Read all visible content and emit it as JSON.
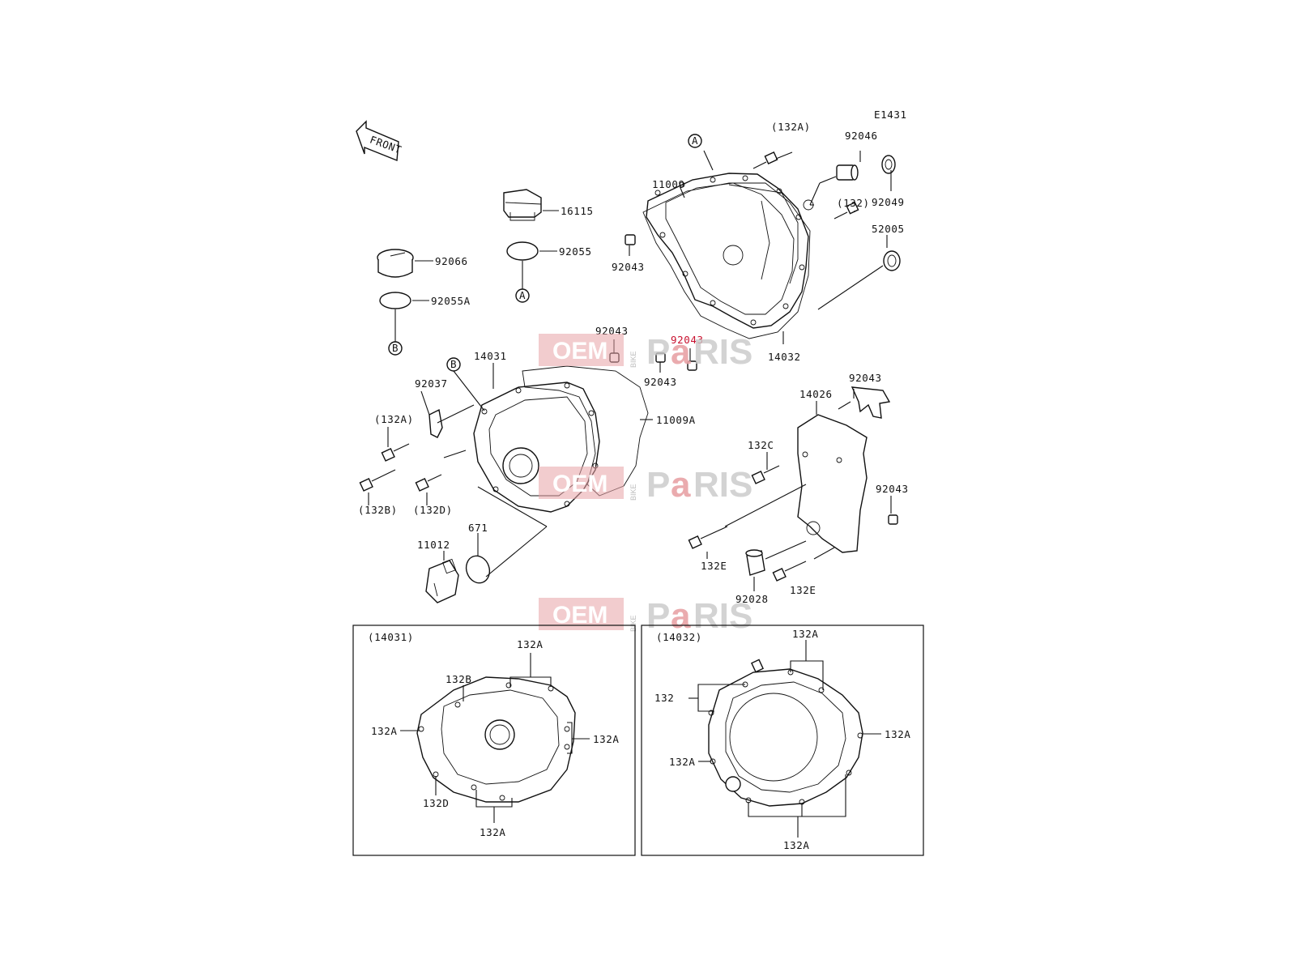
{
  "diagram_code": "E1431",
  "front_label": "FRONT",
  "callouts": {
    "A": "A",
    "B": "B"
  },
  "parts": {
    "p132a_top": "(132A)",
    "p92046": "92046",
    "p11009": "11009",
    "p132_paren": "(132)",
    "p92049": "92049",
    "p52005": "52005",
    "p16115": "16115",
    "p92055": "92055",
    "p92066": "92066",
    "p92055a": "92055A",
    "p92043_a": "92043",
    "p92043_b": "92043",
    "p92043_red": "92043",
    "p92043_c": "92043",
    "p14032": "14032",
    "p14031": "14031",
    "p92037": "92037",
    "p11009a": "11009A",
    "p132a_left": "(132A)",
    "p132b_paren": "(132B)",
    "p132d_paren": "(132D)",
    "p671": "671",
    "p11012": "11012",
    "p14026": "14026",
    "p92043_d": "92043",
    "p132c": "132C",
    "p92043_e": "92043",
    "p132e_a": "132E",
    "p92028": "92028",
    "p132e_b": "132E"
  },
  "inset_left": {
    "title": "(14031)",
    "labels": {
      "top": "132A",
      "b": "132B",
      "left": "132A",
      "right": "132A",
      "d": "132D",
      "bottom": "132A"
    }
  },
  "inset_right": {
    "title": "(14032)",
    "labels": {
      "top": "132A",
      "left": "132",
      "right": "132A",
      "leftlow": "132A",
      "bottom": "132A"
    }
  },
  "watermark": {
    "oem": "OEM",
    "bike": "BIKE",
    "parts_pre": "P",
    "parts_a": "a",
    "parts_post": "RIS"
  },
  "colors": {
    "highlight": "#c8102e",
    "watermark": "#e8a2a6"
  }
}
